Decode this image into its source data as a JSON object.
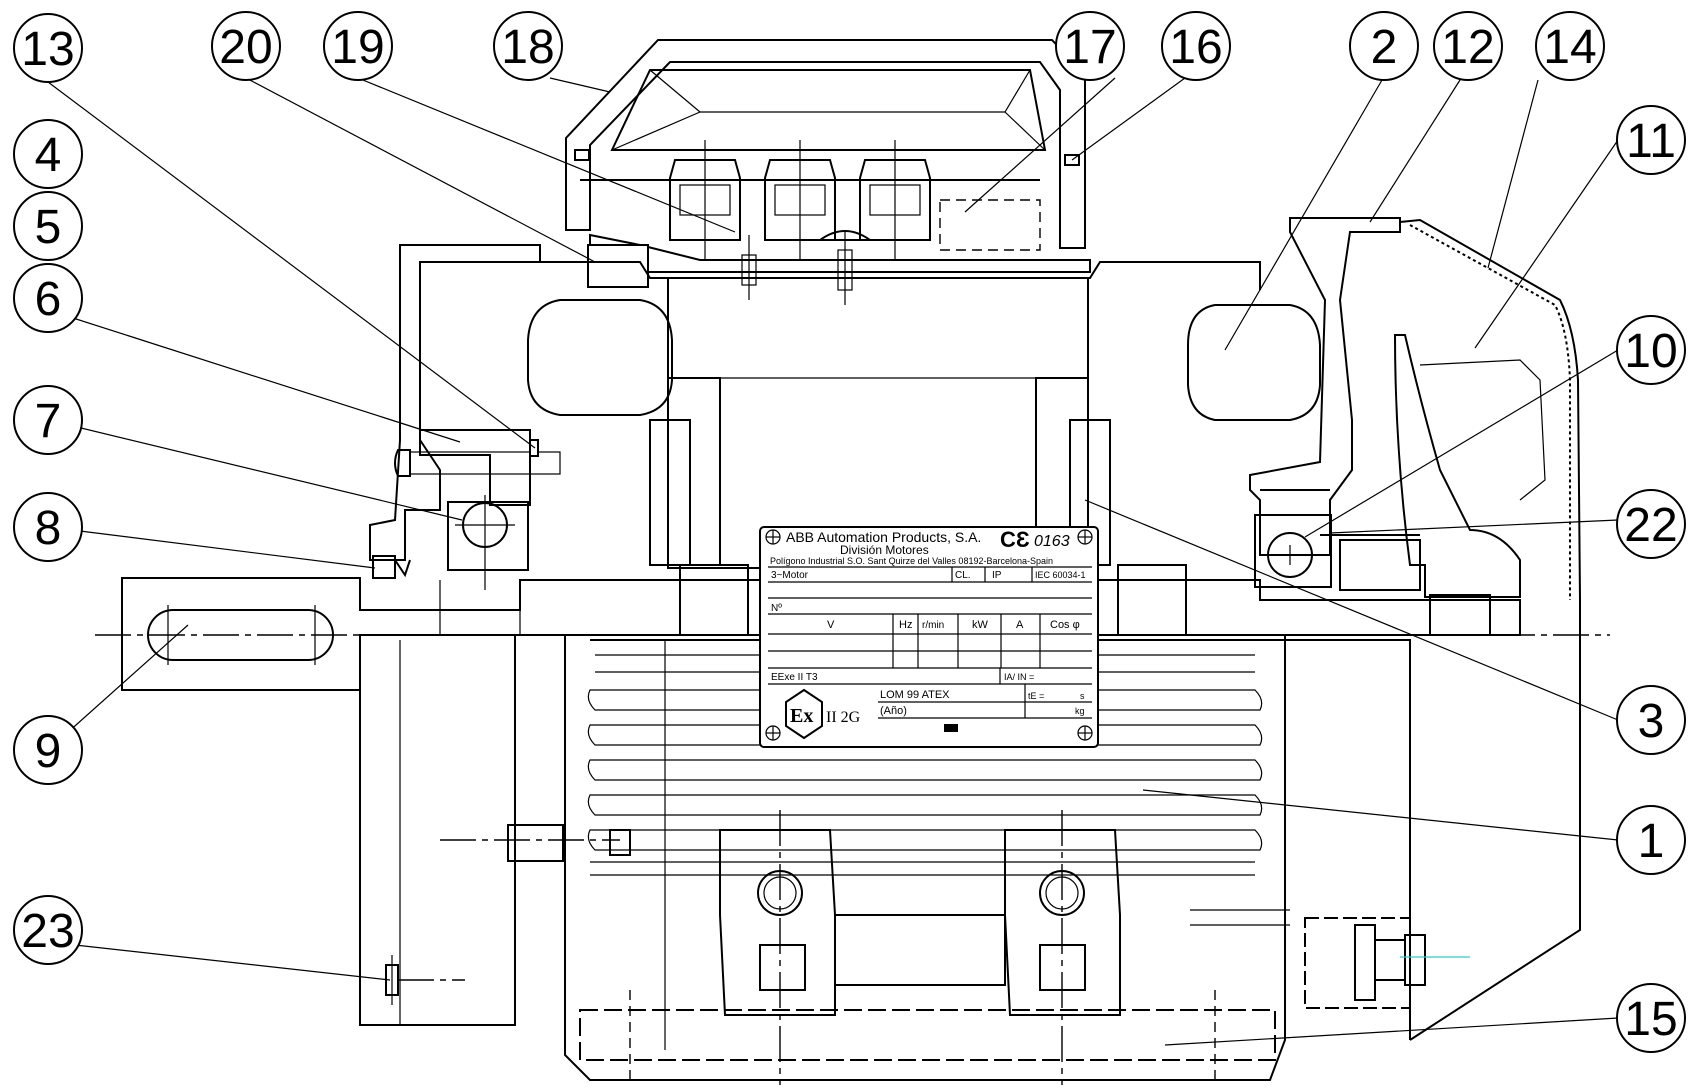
{
  "callouts": [
    {
      "num": "13"
    },
    {
      "num": "20"
    },
    {
      "num": "19"
    },
    {
      "num": "18"
    },
    {
      "num": "17"
    },
    {
      "num": "16"
    },
    {
      "num": "2"
    },
    {
      "num": "12"
    },
    {
      "num": "14"
    },
    {
      "num": "4"
    },
    {
      "num": "5"
    },
    {
      "num": "6"
    },
    {
      "num": "7"
    },
    {
      "num": "8"
    },
    {
      "num": "9"
    },
    {
      "num": "23"
    },
    {
      "num": "11"
    },
    {
      "num": "10"
    },
    {
      "num": "22"
    },
    {
      "num": "3"
    },
    {
      "num": "1"
    },
    {
      "num": "15"
    }
  ],
  "plate": {
    "company": "ABB Automation Products, S.A.",
    "ce_mark": "CƐ",
    "ce_number": "0163",
    "division": "División Motores",
    "address": "Polígono Industrial S.O. Sant Quirze del Valles 08192-Barcelona-Spain",
    "motor_type": "3~Motor",
    "cl": "CL.",
    "ip": "IP",
    "standard": "IEC 60034-1",
    "number_label": "Nº",
    "col_v": "V",
    "col_hz": "Hz",
    "col_rpm": "r/min",
    "col_kw": "kW",
    "col_a": "A",
    "col_cos": "Cos φ",
    "exe": "EExe II T3",
    "ia_in": "IA/ IN =",
    "ex_symbol": "Ex",
    "group": "II 2G",
    "lom": "LOM 99 ATEX",
    "te": "tE =",
    "s_unit": "s",
    "year": "(Año)",
    "kg_unit": "kg"
  }
}
